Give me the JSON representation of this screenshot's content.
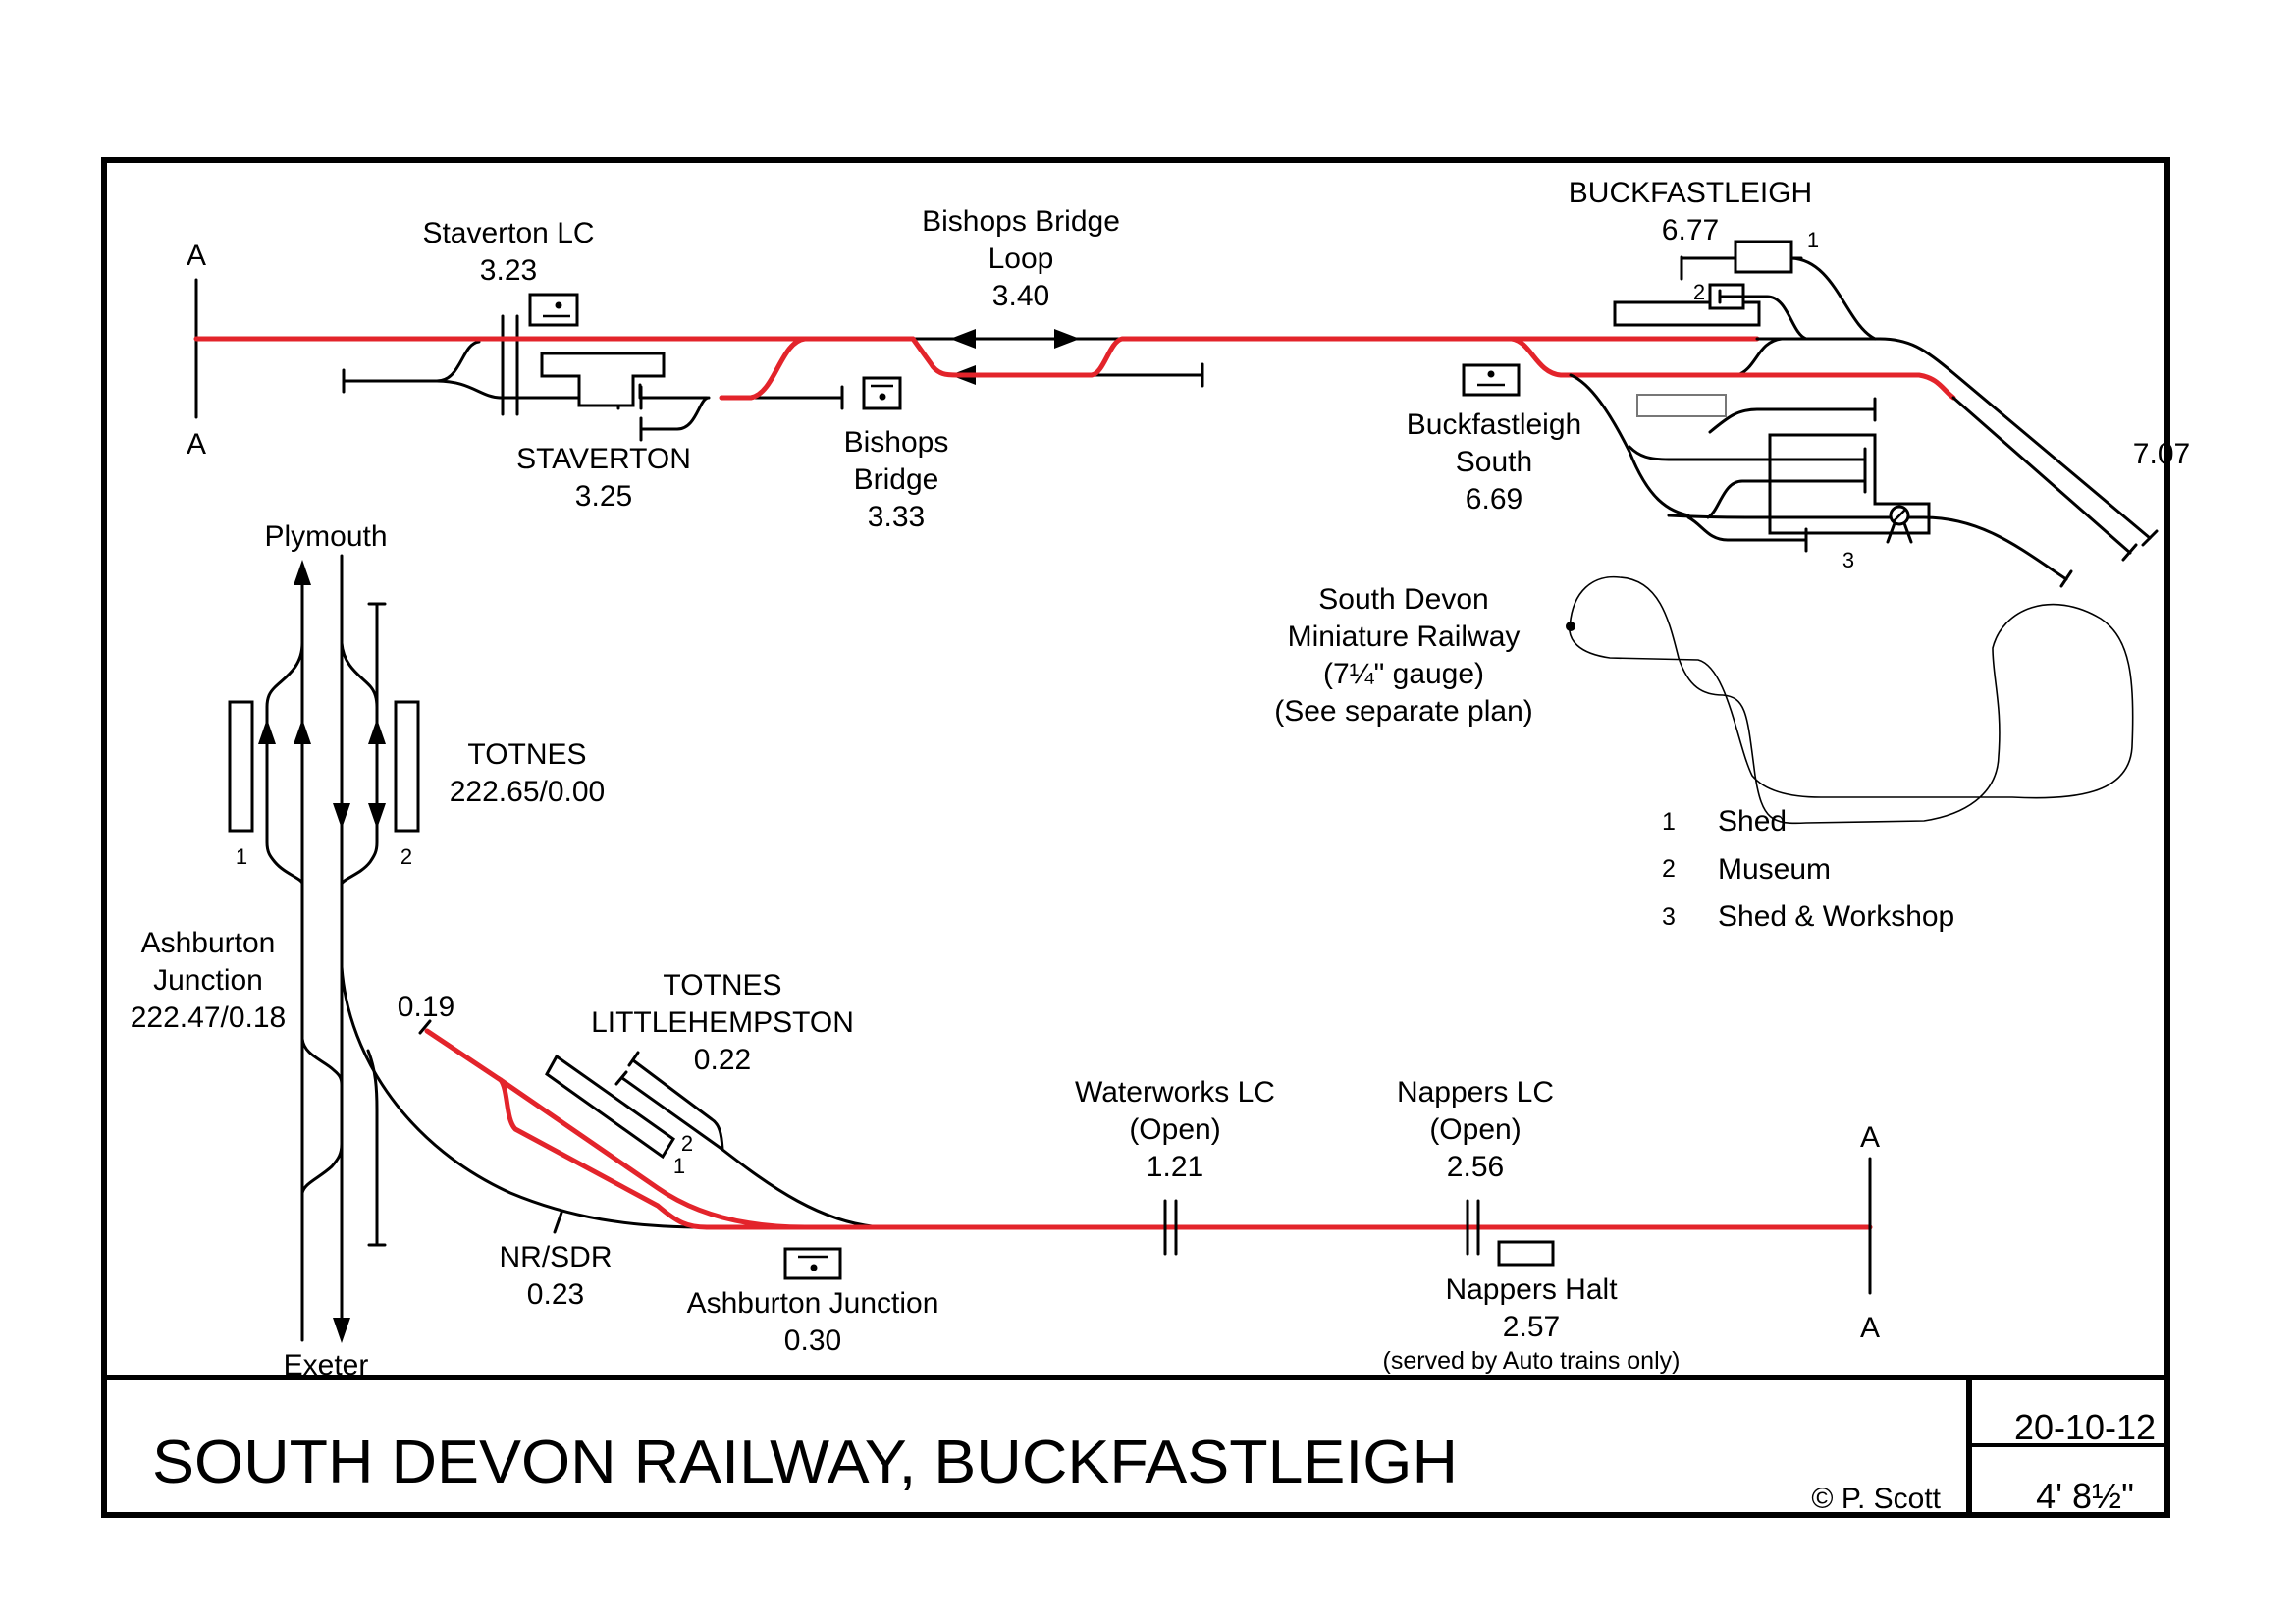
{
  "title": "SOUTH DEVON RAILWAY, BUCKFASTLEIGH",
  "date": "20-10-12",
  "gauge": "4' 8½\"",
  "copyright": "© P. Scott",
  "colors": {
    "operational_line": "#e3242b",
    "track": "#000000"
  },
  "section_break": {
    "top_left": "A",
    "top_left_lower": "A",
    "bottom_right": "A",
    "bottom_right_lower": "A"
  },
  "locations": {
    "staverton_lc": {
      "name": "Staverton LC",
      "mileage": "3.23"
    },
    "staverton": {
      "name": "STAVERTON",
      "mileage": "3.25"
    },
    "bishops_bridge_loop": {
      "name_line1": "Bishops Bridge",
      "name_line2": "Loop",
      "mileage": "3.40"
    },
    "bishops_bridge": {
      "name_line1": "Bishops",
      "name_line2": "Bridge",
      "mileage": "3.33"
    },
    "buckfastleigh": {
      "name": "BUCKFASTLEIGH",
      "mileage": "6.77"
    },
    "buckfastleigh_south": {
      "name_line1": "Buckfastleigh",
      "name_line2": "South",
      "mileage": "6.69"
    },
    "line_end": {
      "mileage": "7.07"
    },
    "plymouth": {
      "name": "Plymouth"
    },
    "exeter": {
      "name": "Exeter"
    },
    "totnes": {
      "name": "TOTNES",
      "mileage": "222.65/0.00"
    },
    "ashburton_junction_nr": {
      "name_line1": "Ashburton",
      "name_line2": "Junction",
      "mileage": "222.47/0.18"
    },
    "siding_end": {
      "mileage": "0.19"
    },
    "totnes_littlehempston": {
      "name_line1": "TOTNES",
      "name_line2": "LITTLEHEMPSTON",
      "mileage": "0.22"
    },
    "nr_sdr_boundary": {
      "name": "NR/SDR",
      "mileage": "0.23"
    },
    "ashburton_junction": {
      "name": "Ashburton Junction",
      "mileage": "0.30"
    },
    "waterworks_lc": {
      "name": "Waterworks LC",
      "status": "(Open)",
      "mileage": "1.21"
    },
    "nappers_lc": {
      "name": "Nappers LC",
      "status": "(Open)",
      "mileage": "2.56"
    },
    "nappers_halt": {
      "name": "Nappers Halt",
      "mileage": "2.57",
      "note": "(served by Auto trains only)"
    }
  },
  "platform_numbers": {
    "totnes": [
      "1",
      "2"
    ],
    "littlehempston": [
      "2",
      "1"
    ],
    "buckfastleigh_buildings": [
      "1",
      "2",
      "3"
    ]
  },
  "miniature_railway": {
    "line1": "South Devon",
    "line2": "Miniature Railway",
    "line3": "(7¼\" gauge)",
    "line4": "(See separate plan)"
  },
  "legend": [
    {
      "num": "1",
      "label": "Shed"
    },
    {
      "num": "2",
      "label": "Museum"
    },
    {
      "num": "3",
      "label": "Shed & Workshop"
    }
  ]
}
